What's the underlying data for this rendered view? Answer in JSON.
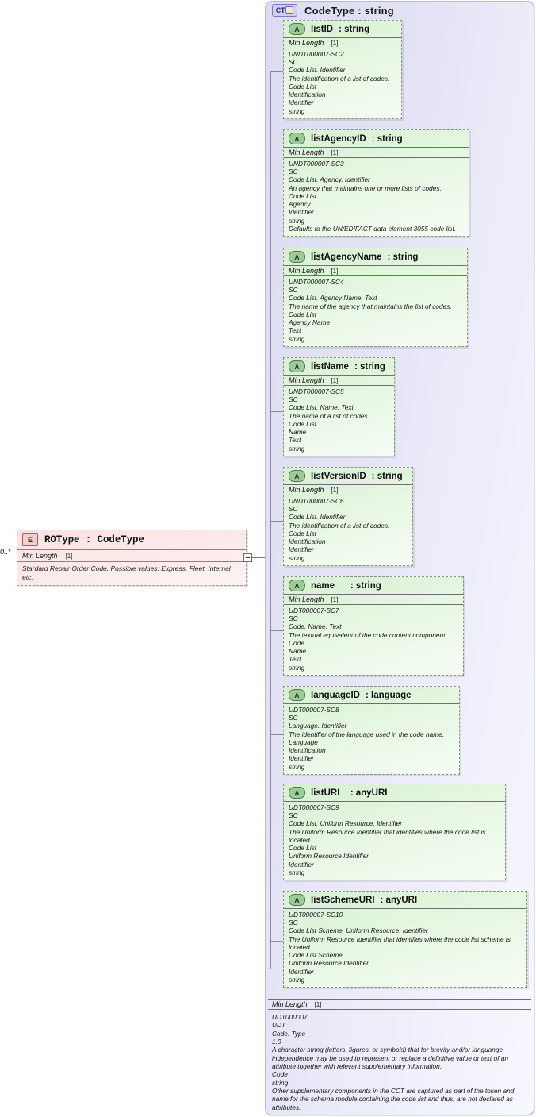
{
  "diagram": {
    "type": "xsd-schema-diagram",
    "colors": {
      "complex_type_fill": "#e3e3f5",
      "element_fill": "#fbe0e0",
      "attribute_fill": "#e6f7e2",
      "border": "#8d8d8d"
    }
  },
  "complex_type": {
    "badge": "CT",
    "badge_icon": "plus-icon",
    "title": "CodeType : string",
    "facet": {
      "label": "Min Length",
      "occurrence": "[1]"
    },
    "documentation": [
      "UDT000007",
      "UDT",
      "Code. Type",
      "1.0",
      "A character string (letters, figures, or symbols) that for brevity and/or languange independence may be used to represent or replace a definitive value or text of an attribute together with relevant supplementary information.",
      "Code",
      "string",
      "Other supplementary components in the CCT are captured as part of the token and name for the schema module containing the code list and thus, are not declared as attributes."
    ]
  },
  "element": {
    "badge": "E",
    "title": "ROType  : CodeType",
    "cardinality": "0..*",
    "facet": {
      "label": "Min Length",
      "occurrence": "[1]"
    },
    "documentation": [
      "Stardard Repair Order Code. Possible values: Express, Fleet, Internal etc."
    ],
    "expander": "minus-box-icon"
  },
  "attributes": [
    {
      "badge": "A",
      "name": "listID",
      "type": ": string",
      "facet": {
        "label": "Min Length",
        "occurrence": "[1]"
      },
      "documentation": [
        "UNDT000007-SC2",
        "SC",
        "Code List. Identifier",
        "The identification of a list of codes.",
        "Code List",
        "Identification",
        "Identifier",
        "string"
      ]
    },
    {
      "badge": "A",
      "name": "listAgencyID",
      "type": ": string",
      "facet": {
        "label": "Min Length",
        "occurrence": "[1]"
      },
      "documentation": [
        "UNDT000007-SC3",
        "SC",
        "Code List. Agency. Identifier",
        "An agency that maintains one or more lists of codes.",
        "Code List",
        "Agency",
        "Identifier",
        "string",
        "Defaults to the UN/EDIFACT data element 3055 code list."
      ]
    },
    {
      "badge": "A",
      "name": "listAgencyName",
      "type": ": string",
      "facet": {
        "label": "Min Length",
        "occurrence": "[1]"
      },
      "documentation": [
        "UNDT000007-SC4",
        "SC",
        "Code List. Agency Name. Text",
        "The name of the agency that maintains the list of codes.",
        "Code List",
        "Agency Name",
        "Text",
        "string"
      ]
    },
    {
      "badge": "A",
      "name": "listName",
      "type": ": string",
      "facet": {
        "label": "Min Length",
        "occurrence": "[1]"
      },
      "documentation": [
        "UNDT000007-SC5",
        "SC",
        "Code List. Name. Text",
        "The name of a list of codes.",
        "Code List",
        "Name",
        "Text",
        "string"
      ]
    },
    {
      "badge": "A",
      "name": "listVersionID",
      "type": ": string",
      "facet": {
        "label": "Min Length",
        "occurrence": "[1]"
      },
      "documentation": [
        "UNDT000007-SC6",
        "SC",
        "Code List. Identifier",
        "The identification of a list of codes.",
        "Code List",
        "Identification",
        "Identifier",
        "string"
      ]
    },
    {
      "badge": "A",
      "name": "name    ",
      "type": ": string",
      "facet": {
        "label": "Min Length",
        "occurrence": "[1]"
      },
      "documentation": [
        "UDT000007-SC7",
        "SC",
        "Code. Name. Text",
        "The textual equivalent of the code content component.",
        "Code",
        "Name",
        "Text",
        "string"
      ]
    },
    {
      "badge": "A",
      "name": "languageID",
      "type": ": language",
      "facet": null,
      "documentation": [
        "UDT000007-SC8",
        "SC",
        "Language. Identifier",
        "The identifier of the language used in the code name.",
        "Language",
        "Identification",
        "Identifier",
        "string"
      ]
    },
    {
      "badge": "A",
      "name": "listURI  ",
      "type": ": anyURI",
      "facet": null,
      "documentation": [
        "UDT000007-SC9",
        "SC",
        "Code List. Uniform Resource. Identifier",
        "The Uniform Resource Identifier that identifies where the code list is located.",
        "Code List",
        "Uniform Resource Identifier",
        "Identifier",
        "string"
      ]
    },
    {
      "badge": "A",
      "name": "listSchemeURI",
      "type": ": anyURI",
      "facet": null,
      "documentation": [
        "UDT000007-SC10",
        "SC",
        "Code List Scheme. Uniform Resource. Identifier",
        "The Uniform Resource Identifier that identifies where the code list scheme is located.",
        "Code List Scheme",
        "Uniform Resource Identifier",
        "Identifier",
        "string"
      ]
    }
  ]
}
